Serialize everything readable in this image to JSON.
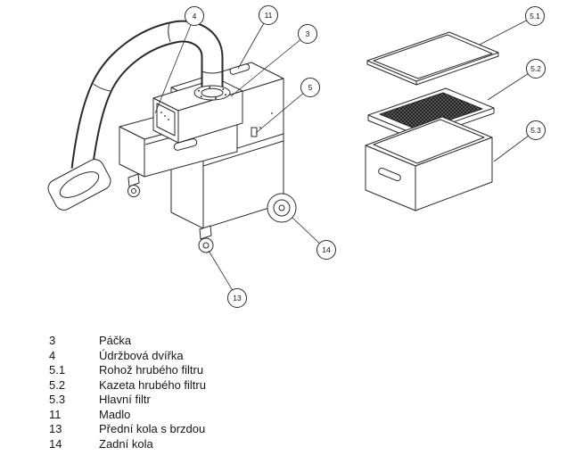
{
  "figure": {
    "callouts": {
      "c3": "3",
      "c4": "4",
      "c5": "5",
      "c11": "11",
      "c13": "13",
      "c14": "14",
      "c51": "5.1",
      "c52": "5.2",
      "c53": "5.3"
    },
    "line_color": "#2a2a2a",
    "mesh_dark": "#1c1c1c",
    "mesh_base": "#6b6b6b"
  },
  "legend": {
    "rows": [
      {
        "num": "3",
        "label": "Páčka"
      },
      {
        "num": "4",
        "label": "Údržbová dvířka"
      },
      {
        "num": "5.1",
        "label": "Rohož hrubého filtru"
      },
      {
        "num": "5.2",
        "label": "Kazeta hrubého filtru"
      },
      {
        "num": "5.3",
        "label": "Hlavní filtr"
      },
      {
        "num": "11",
        "label": "Madlo"
      },
      {
        "num": "13",
        "label": "Přední kola s brzdou"
      },
      {
        "num": "14",
        "label": "Zadní kola"
      }
    ]
  }
}
